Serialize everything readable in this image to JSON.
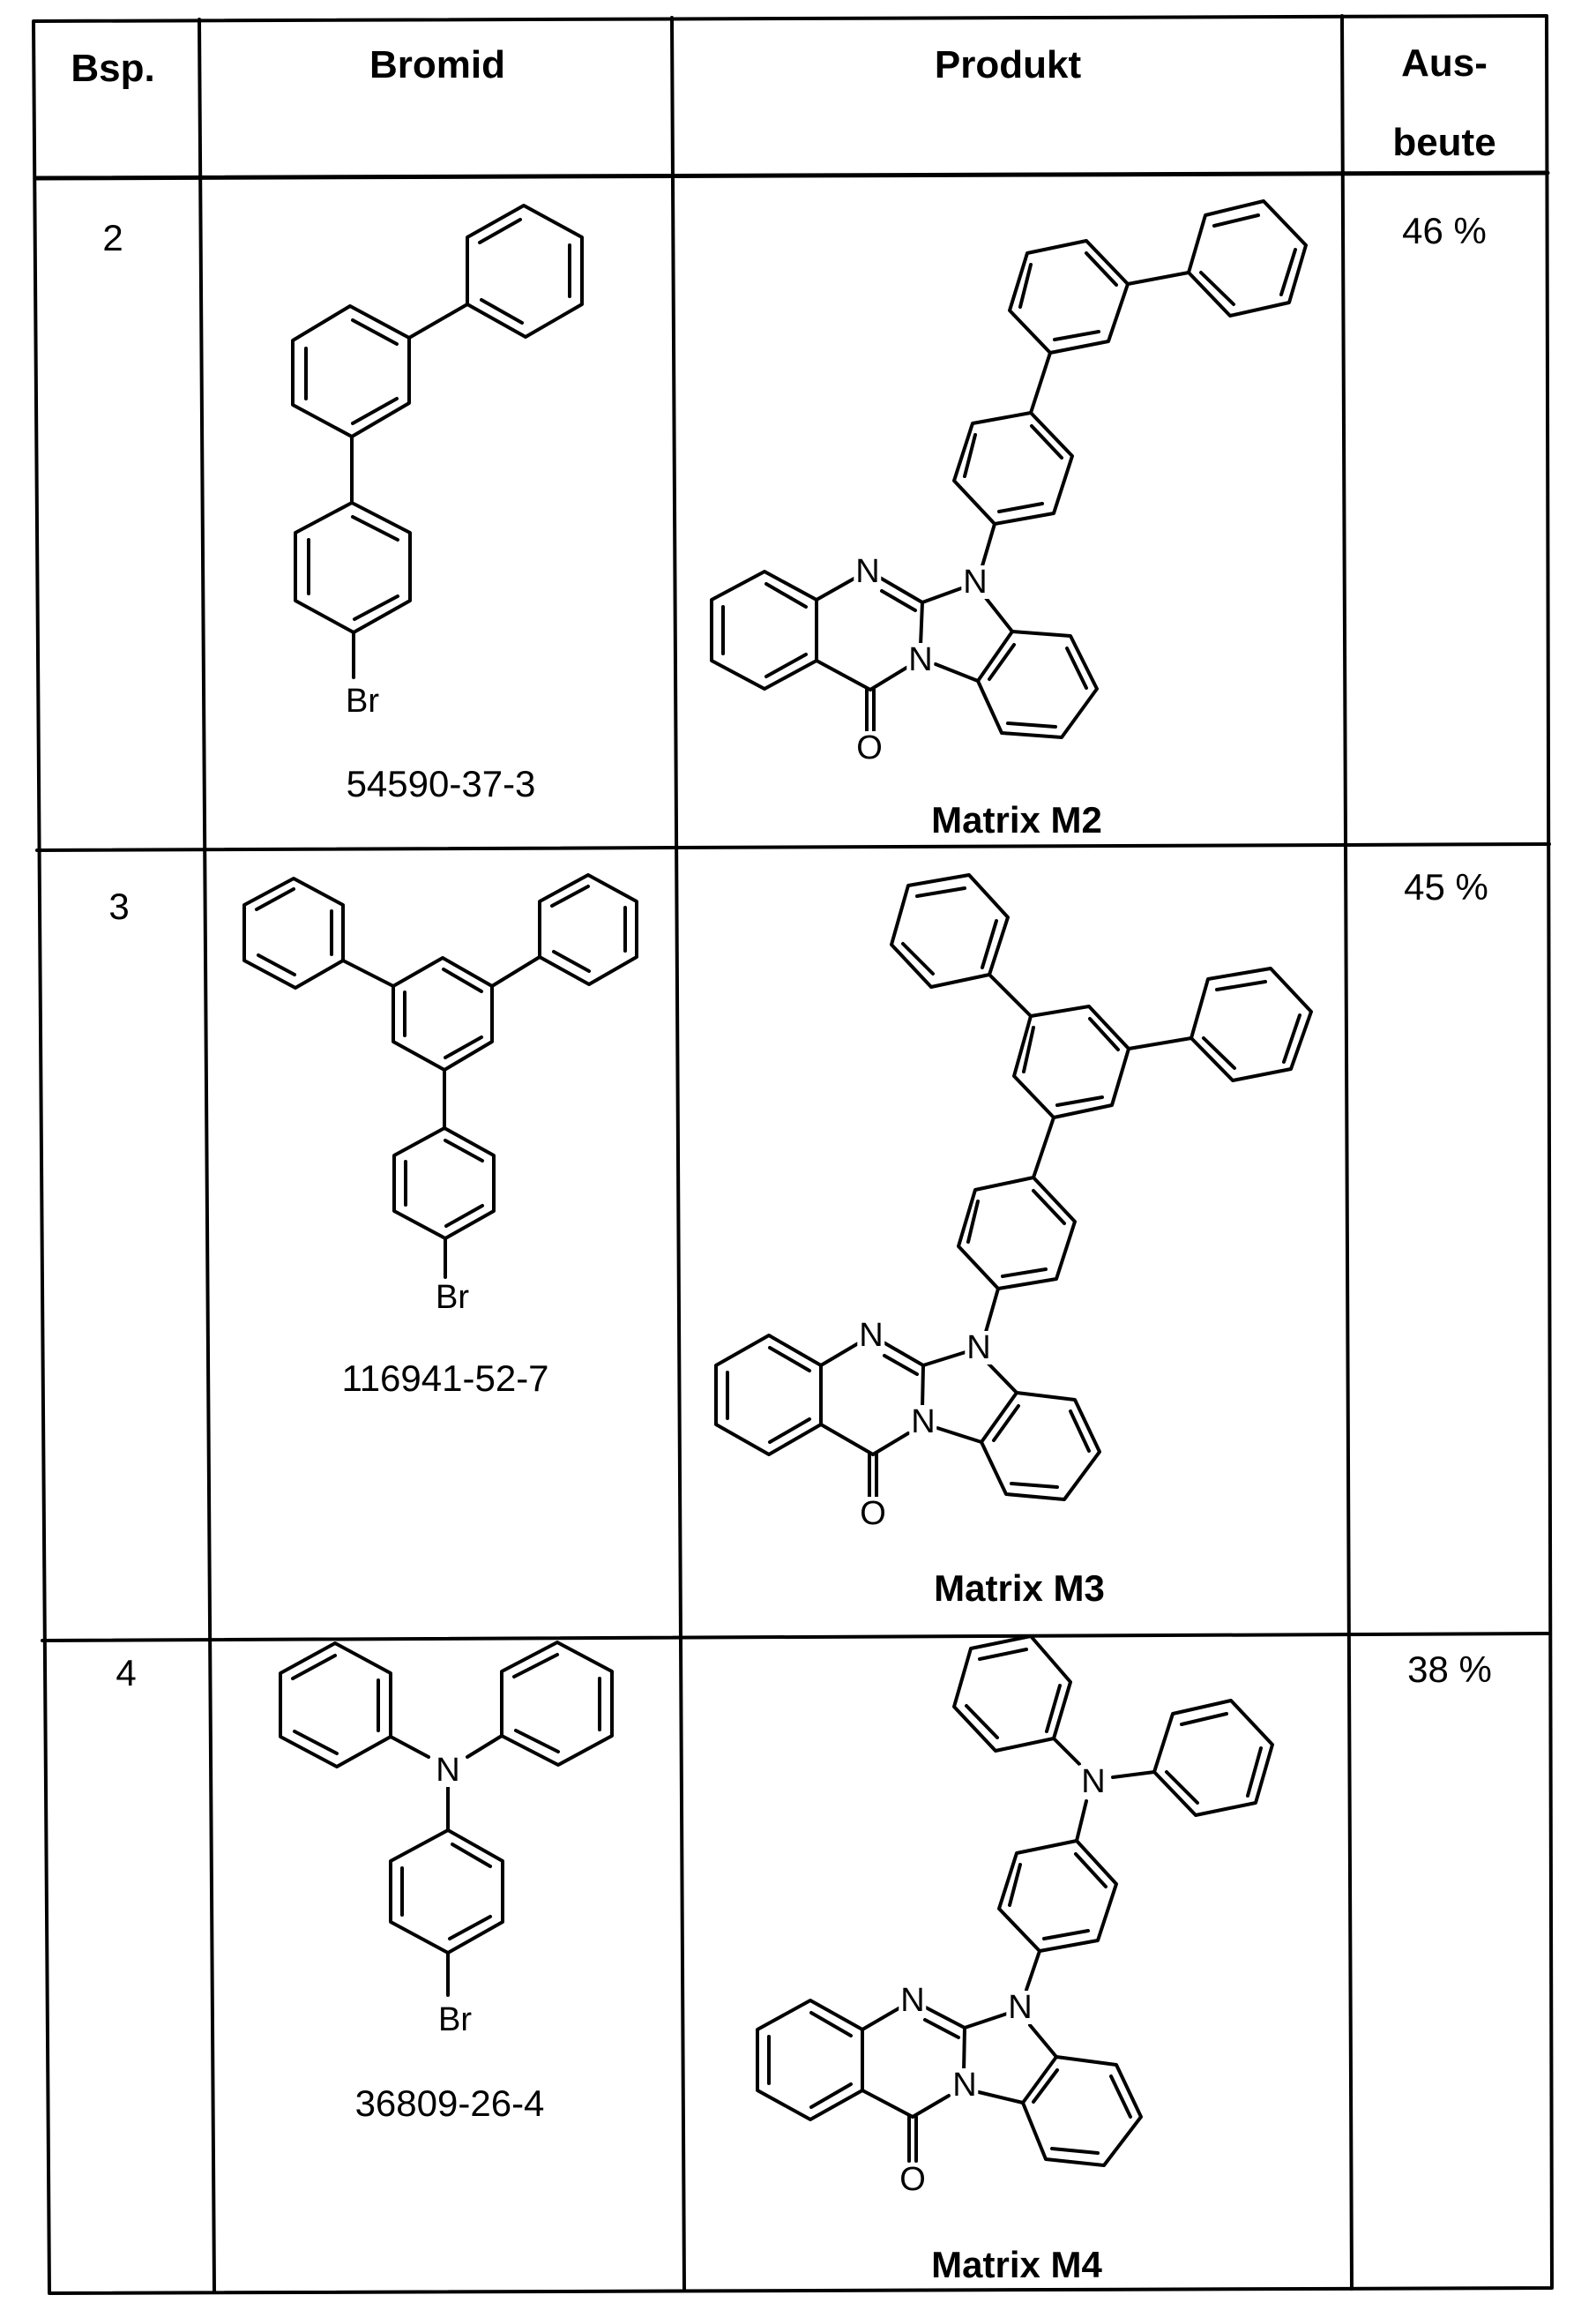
{
  "table": {
    "headers": {
      "example": "Bsp.",
      "bromide": "Bromid",
      "product": "Produkt",
      "yield_line1": "Aus-",
      "yield_line2": "beute"
    },
    "rows": [
      {
        "example": "2",
        "bromide_cas": "54590-37-3",
        "bromide_atom_label": "Br",
        "product_name": "Matrix M2",
        "product_atoms": {
          "n_top": "N",
          "n_right": "N",
          "n_bridge": "N",
          "oxygen": "O"
        },
        "yield": "46 %"
      },
      {
        "example": "3",
        "bromide_cas": "116941-52-7",
        "bromide_atom_label": "Br",
        "product_name": "Matrix M3",
        "product_atoms": {
          "n_top": "N",
          "n_right": "N",
          "n_bridge": "N",
          "oxygen": "O"
        },
        "yield": "45 %"
      },
      {
        "example": "4",
        "bromide_cas": "36809-26-4",
        "bromide_atom_label": "Br",
        "bromide_amine_label": "N",
        "product_name": "Matrix M4",
        "product_atoms": {
          "n_top": "N",
          "n_right": "N",
          "n_bridge": "N",
          "oxygen": "O",
          "n_amine": "N"
        },
        "yield": "38 %"
      }
    ]
  }
}
